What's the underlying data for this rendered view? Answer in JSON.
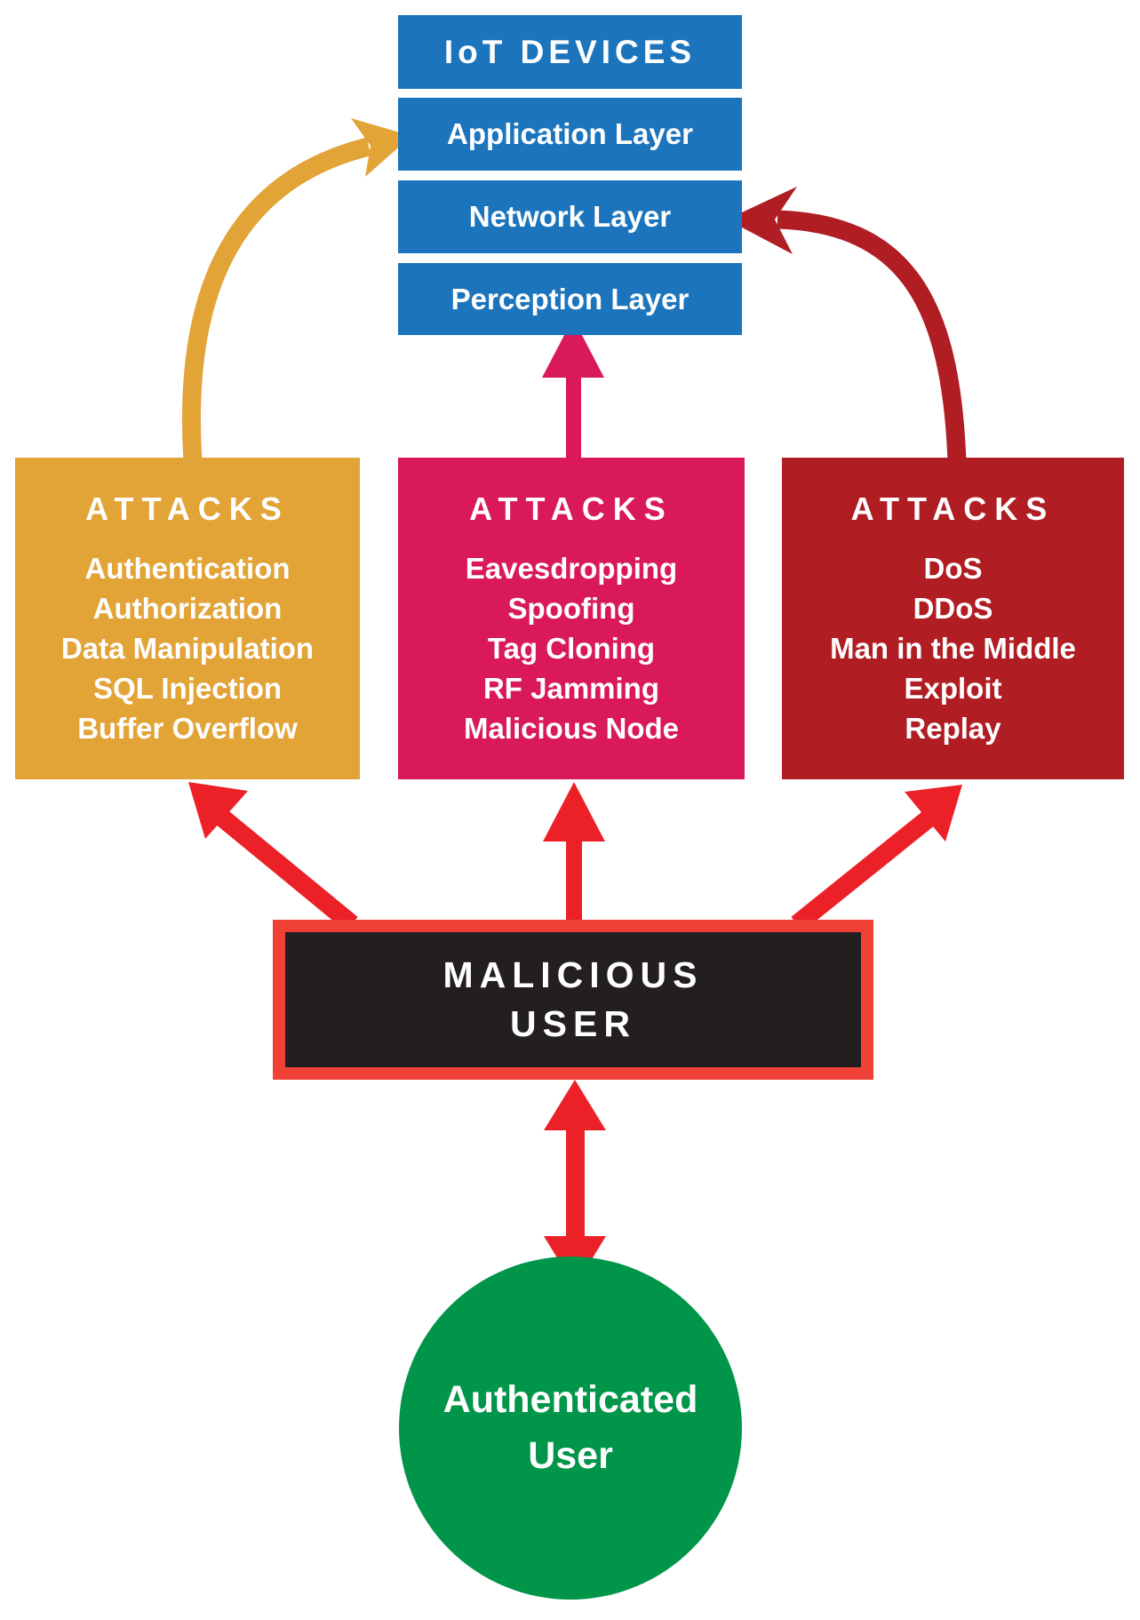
{
  "colors": {
    "blue": "#1C75BC",
    "orange": "#E2A337",
    "pink": "#D9195C",
    "dark_red": "#B01E24",
    "arrow_red": "#EC2127",
    "box_border_red": "#EF4136",
    "green": "#009549",
    "black": "#231F20",
    "white": "#FFFFFF"
  },
  "iot_stack": {
    "title": "IoT DEVICES",
    "layers": [
      "Application Layer",
      "Network Layer",
      "Perception Layer"
    ]
  },
  "attack_groups": [
    {
      "heading": "ATTACKS",
      "box_color": "#E2A337",
      "targets": "Application Layer",
      "items": [
        "Authentication",
        "Authorization",
        "Data Manipulation",
        "SQL Injection",
        "Buffer Overflow"
      ]
    },
    {
      "heading": "ATTACKS",
      "box_color": "#D9195C",
      "targets": "Perception Layer",
      "items": [
        "Eavesdropping",
        "Spoofing",
        "Tag Cloning",
        "RF Jamming",
        "Malicious Node"
      ]
    },
    {
      "heading": "ATTACKS",
      "box_color": "#B01E24",
      "targets": "Network Layer",
      "items": [
        "DoS",
        "DDoS",
        "Man in the Middle",
        "Exploit",
        "Replay"
      ]
    }
  ],
  "malicious_user": {
    "line1": "MALICIOUS",
    "line2": "USER"
  },
  "authenticated_user": {
    "line1": "Authenticated",
    "line2": "User"
  },
  "connections": [
    {
      "from": "attacks-application",
      "to": "Application Layer",
      "shape": "curved-arrow",
      "color": "#E2A337"
    },
    {
      "from": "attacks-perception",
      "to": "Perception Layer",
      "shape": "straight-arrow",
      "color": "#D9195C"
    },
    {
      "from": "attacks-network",
      "to": "Network Layer",
      "shape": "curved-arrow",
      "color": "#B01E24"
    },
    {
      "from": "MALICIOUS USER",
      "to": "attacks-application",
      "shape": "diagonal-arrow",
      "color": "#EC2127"
    },
    {
      "from": "MALICIOUS USER",
      "to": "attacks-perception",
      "shape": "straight-arrow",
      "color": "#EC2127"
    },
    {
      "from": "MALICIOUS USER",
      "to": "attacks-network",
      "shape": "diagonal-arrow",
      "color": "#EC2127"
    },
    {
      "from": "MALICIOUS USER",
      "to": "Authenticated User",
      "shape": "double-headed-arrow",
      "color": "#EC2127"
    }
  ]
}
